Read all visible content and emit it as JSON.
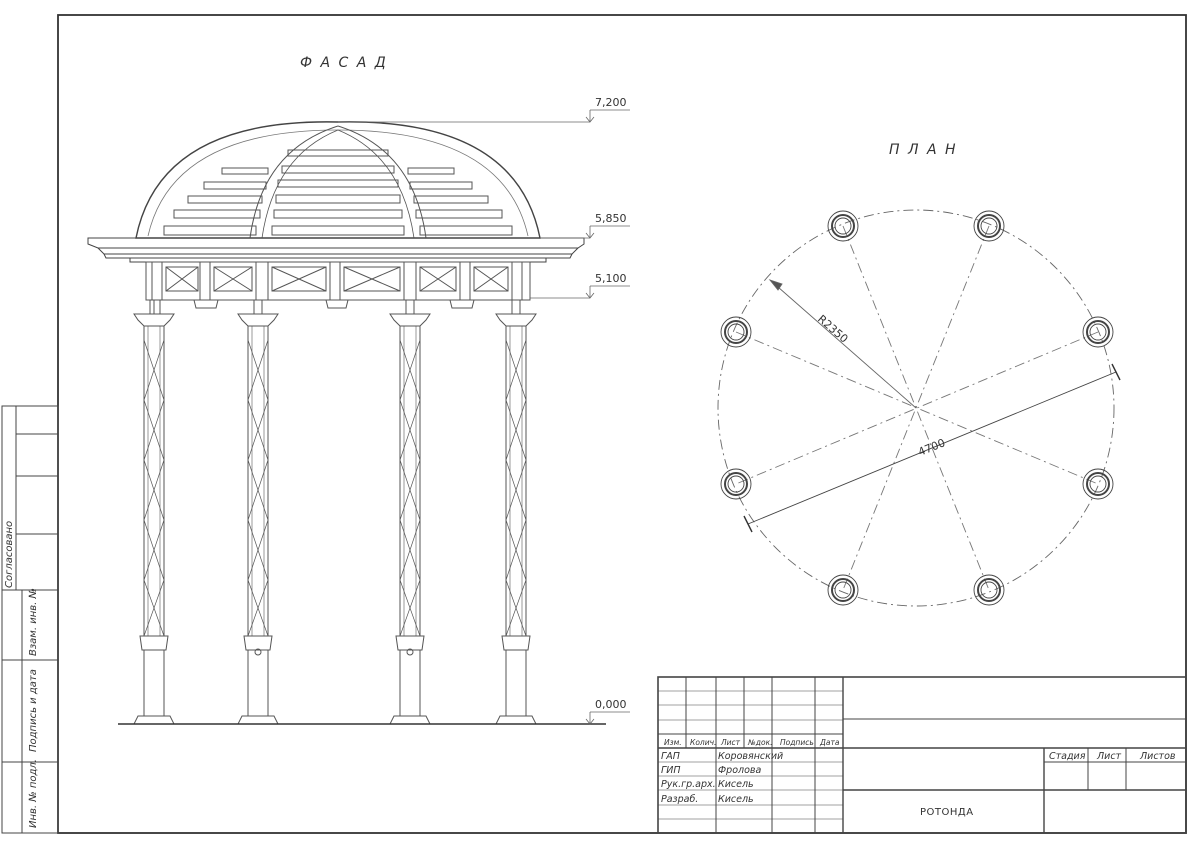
{
  "facade": {
    "title": "Ф А С А Д",
    "levels": [
      "7,200",
      "5,850",
      "5,100",
      "0,000"
    ]
  },
  "plan": {
    "title": "П Л А Н",
    "radius_label": "R2350",
    "diameter_label": "4700"
  },
  "side_stamp": {
    "agreed": "Согласовано",
    "inv_replace": "Взам. инв. №",
    "sign_date": "Подпись и дата",
    "inv_original": "Инв. № подл."
  },
  "title_block": {
    "headers": [
      "Изм.",
      "Колич.",
      "Лист",
      "№док.",
      "Подпись",
      "Дата"
    ],
    "roles": [
      "ГАП",
      "ГИП",
      "Рук.гр.арх.",
      "Разраб."
    ],
    "names": [
      "Коровянский",
      "Фролова",
      "Кисель",
      "Кисель"
    ],
    "stage_headers": [
      "Стадия",
      "Лист",
      "Листов"
    ],
    "object_name": "РОТОНДА"
  }
}
